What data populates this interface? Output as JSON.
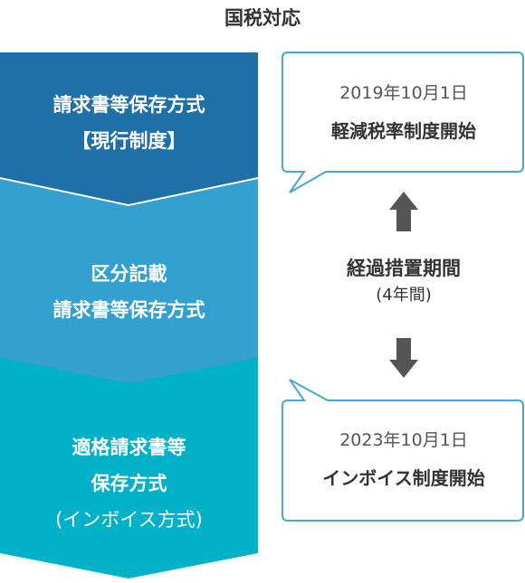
{
  "title": "国税対応",
  "colors": {
    "stage1": "#1f6fa8",
    "stage2": "#33a0cf",
    "stage3": "#00b1c8",
    "callout_border": "#49a8d0",
    "arrow": "#555555"
  },
  "stages": [
    {
      "line1": "請求書等保存方式",
      "line2": "【現行制度】"
    },
    {
      "line1": "区分記載",
      "line2": "請求書等保存方式"
    },
    {
      "line1": "適格請求書等",
      "line2": "保存方式",
      "line3": "(インボイス方式)"
    }
  ],
  "callouts": [
    {
      "date": "2019年10月1日",
      "event": "軽減税率制度開始"
    },
    {
      "date": "2023年10月1日",
      "event": "インボイス制度開始"
    }
  ],
  "transition": {
    "title": "経過措置期間",
    "sub": "(4年間)"
  },
  "icons": {
    "up": "arrow-up-icon",
    "down": "arrow-down-icon"
  }
}
